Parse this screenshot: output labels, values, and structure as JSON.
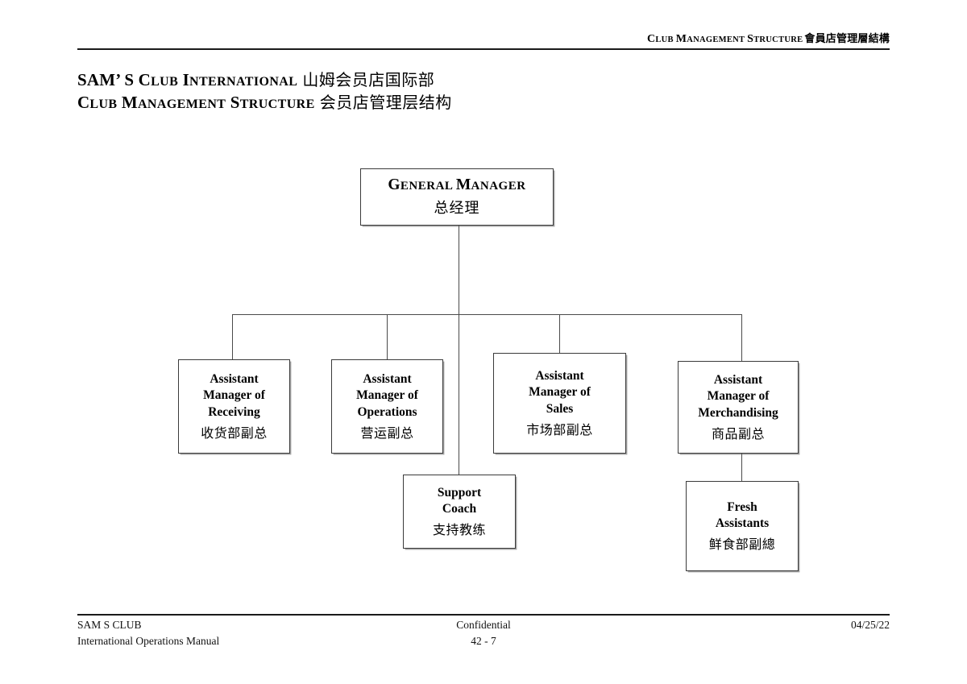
{
  "header": {
    "en_lead": "C",
    "en_rest_1": "LUB ",
    "en_lead_2": "M",
    "en_rest_2": "ANAGEMENT ",
    "en_lead_3": "S",
    "en_rest_3": "TRUCTURE",
    "cjk": "會員店管理層結構"
  },
  "title": {
    "line1": {
      "lead1": "SAM",
      "apos": "’",
      "lead2": " S C",
      "small1": "LUB",
      "lead3": " I",
      "small2": "NTERNATIONAL",
      "cjk": "山姆会员店国际部"
    },
    "line2": {
      "lead1": "C",
      "small1": "LUB",
      "lead2": " M",
      "small2": "ANAGEMENT",
      "lead3": " S",
      "small3": "TRUCTURE",
      "cjk": "会员店管理层结构"
    }
  },
  "chart_data": {
    "type": "org-chart",
    "title": "Club Management Structure",
    "nodes": [
      {
        "id": "general-manager",
        "en": "GENERAL MANAGER",
        "en_lead": "G",
        "en_small_1": "ENERAL ",
        "en_lead_2": "M",
        "en_small_2": "ANAGER",
        "cjk": "总经理",
        "level": 0
      },
      {
        "id": "assistant-manager-receiving",
        "en_lines": [
          "Assistant",
          "Manager of",
          "Receiving"
        ],
        "cjk": "收货部副总",
        "level": 1
      },
      {
        "id": "assistant-manager-operations",
        "en_lines": [
          "Assistant",
          "Manager of",
          "Operations"
        ],
        "cjk": "营运副总",
        "level": 1
      },
      {
        "id": "assistant-manager-sales",
        "en_lines": [
          "Assistant",
          "Manager of",
          "Sales"
        ],
        "cjk": "市场部副总",
        "level": 1
      },
      {
        "id": "assistant-manager-merchandising",
        "en_lines": [
          "Assistant",
          "Manager of",
          "Merchandising"
        ],
        "cjk": "商品副总",
        "level": 1
      },
      {
        "id": "support-coach",
        "en_lines": [
          "Support",
          "Coach"
        ],
        "cjk": "支持教练",
        "level": 2,
        "parent": "general-manager"
      },
      {
        "id": "fresh-assistants",
        "en_lines": [
          "Fresh",
          "Assistants"
        ],
        "cjk": "鲜食部副總",
        "level": 2,
        "parent": "assistant-manager-merchandising"
      }
    ],
    "edges": [
      {
        "from": "general-manager",
        "to": "assistant-manager-receiving"
      },
      {
        "from": "general-manager",
        "to": "assistant-manager-operations"
      },
      {
        "from": "general-manager",
        "to": "assistant-manager-sales"
      },
      {
        "from": "general-manager",
        "to": "assistant-manager-merchandising"
      },
      {
        "from": "general-manager",
        "to": "support-coach"
      },
      {
        "from": "assistant-manager-merchandising",
        "to": "fresh-assistants"
      }
    ],
    "line_color": "#4a4a4a",
    "box_border_color": "#3a3a3a"
  },
  "nodes": {
    "gm": {
      "en_lead": "G",
      "en_small_1": "ENERAL ",
      "en_lead_2": "M",
      "en_small_2": "ANAGER",
      "cjk": "总经理"
    },
    "receiving": {
      "l1": "Assistant",
      "l2": "Manager of",
      "l3": "Receiving",
      "cjk": "收货部副总"
    },
    "operations": {
      "l1": "Assistant",
      "l2": "Manager of",
      "l3": "Operations",
      "cjk": "营运副总"
    },
    "sales": {
      "l1": "Assistant",
      "l2": "Manager of",
      "l3": "Sales",
      "cjk": "市场部副总"
    },
    "merchandising": {
      "l1": "Assistant",
      "l2": "Manager of",
      "l3": "Merchandising",
      "cjk": "商品副总"
    },
    "support_coach": {
      "l1": "Support",
      "l2": "Coach",
      "cjk": "支持教练"
    },
    "fresh_assistants": {
      "l1": "Fresh",
      "l2": "Assistants",
      "cjk": "鲜食部副總"
    }
  },
  "footer": {
    "left_line1": "SAM  S CLUB",
    "left_line2": "International Operations Manual",
    "center_line1": "Confidential",
    "center_line2": "42 - 7",
    "right_line1": "04/25/22"
  }
}
